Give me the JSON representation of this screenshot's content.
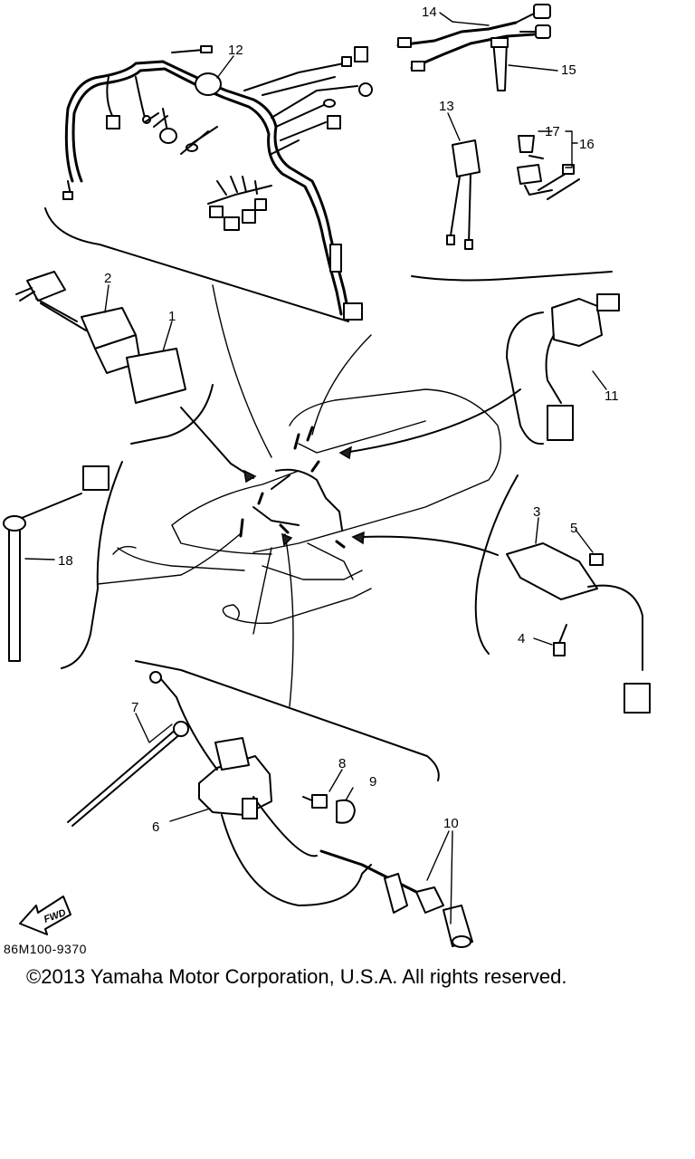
{
  "diagram": {
    "ref_code": "86M100-9370",
    "copyright": "©2013 Yamaha Motor Corporation, U.S.A. All rights reserved.",
    "direction_marker": "FWD",
    "callouts": {
      "c1": "1",
      "c2": "2",
      "c3": "3",
      "c4": "4",
      "c5": "5",
      "c6": "6",
      "c7": "7",
      "c8": "8",
      "c9": "9",
      "c10": "10",
      "c11": "11",
      "c12": "12",
      "c13": "13",
      "c14": "14",
      "c15": "15",
      "c16": "16",
      "c17": "17",
      "c18": "18"
    }
  }
}
